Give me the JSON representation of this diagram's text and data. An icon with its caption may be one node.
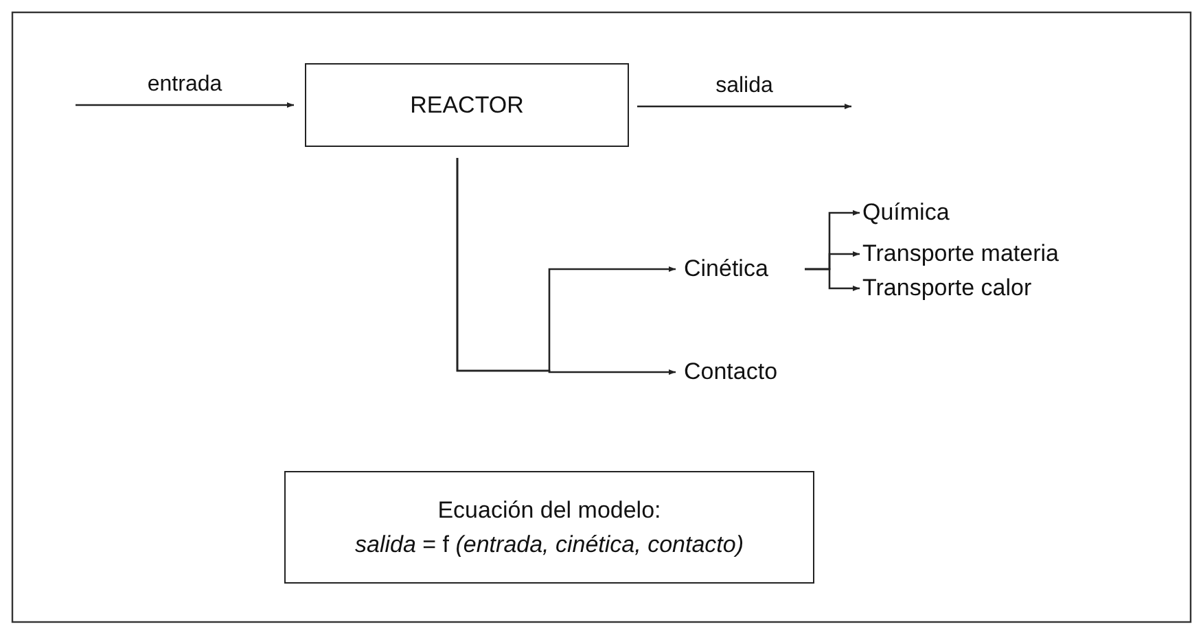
{
  "diagram": {
    "nodes": [
      {
        "text": [
          "REACTOR"
        ]
      },
      {
        "text": [
          "Cinética"
        ]
      },
      {
        "text": [
          "Química"
        ]
      },
      {
        "text": [
          "Transporte materia"
        ]
      },
      {
        "text": [
          "Transporte calor"
        ]
      },
      {
        "text": [
          "Contacto"
        ]
      },
      {
        "text": [
          "Ecuación del modelo:",
          "*salida* = f *(entrada, cinética, contacto)*"
        ]
      }
    ],
    "edges": [
      {
        "from": null,
        "to": 0,
        "arrow": "to",
        "label": "entrada"
      },
      {
        "from": 0,
        "to": null,
        "arrow": "to",
        "label": "salida"
      },
      {
        "from": 0,
        "to": 1,
        "arrow": "to"
      },
      {
        "from": 0,
        "to": 5,
        "arrow": "to"
      },
      {
        "from": 1,
        "to": 2,
        "arrow": "to"
      },
      {
        "from": 1,
        "to": 3,
        "arrow": "to"
      },
      {
        "from": 1,
        "to": 4,
        "arrow": "to"
      }
    ]
  }
}
